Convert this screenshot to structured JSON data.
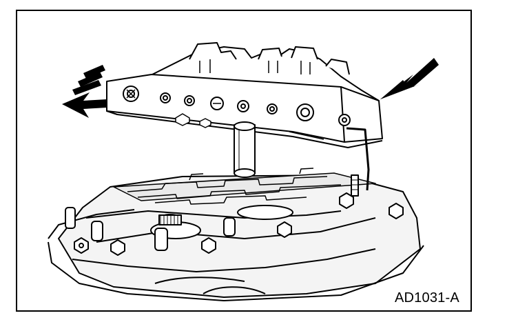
{
  "figure": {
    "caption": "AD1031-A",
    "colors": {
      "ink": "#000000",
      "paper": "#ffffff",
      "shade": "#e6e6e6"
    },
    "indicators": [
      "removal-direction-arrow",
      "attention-arrow"
    ]
  }
}
